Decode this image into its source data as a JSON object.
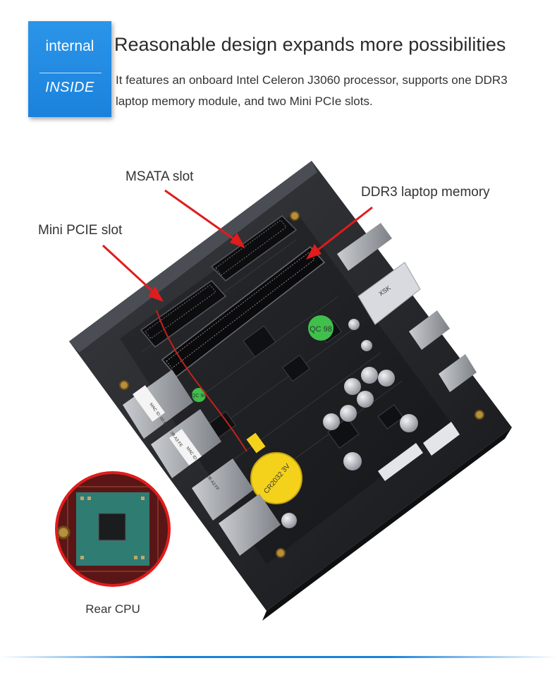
{
  "badge": {
    "top_text": "internal",
    "bottom_text": "INSIDE"
  },
  "headline": "Reasonable design expands more possibilities",
  "description": "It features an onboard Intel Celeron J3060 processor, supports one DDR3 laptop memory module, and two Mini PCIe slots.",
  "callouts": {
    "msata": "MSATA slot",
    "ddr3": "DDR3 laptop memory",
    "mini_pcie": "Mini PCIE slot",
    "rear_cpu": "Rear CPU"
  },
  "board_text": {
    "brand": "XSK",
    "mac_1": "MAC ID: 00 E0 97 0B A3 FE",
    "mac_2": "MAC ID: 00 E0 97 0B A3 FF",
    "battery": "CR2032 3V",
    "qc_1": "QC 98",
    "qc_2": "QC 98"
  },
  "colors": {
    "accent_blue": "#1b82dc",
    "arrow_red": "#e01c1c",
    "board_dark": "#1c1d20",
    "case_metal": "#2a2c30",
    "battery_yellow": "#f4d21c",
    "qc_green": "#3fc04b"
  }
}
